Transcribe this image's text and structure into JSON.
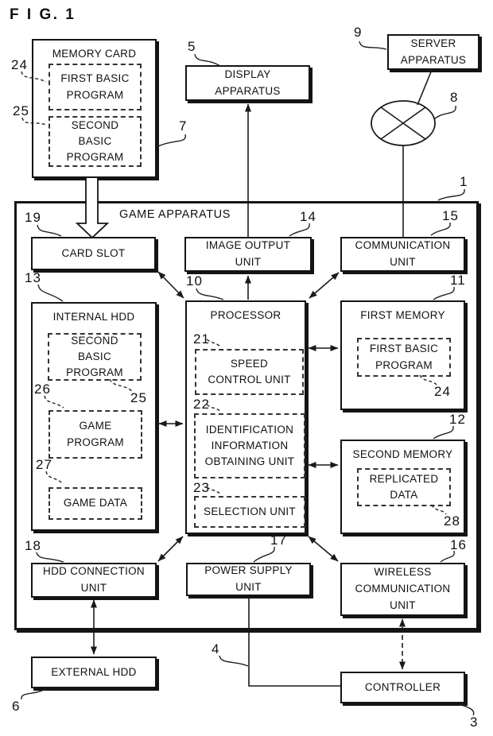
{
  "figure_label": "F I G. 1",
  "ink_color": "#111111",
  "background_color": "#ffffff",
  "labels": {
    "memory_card": "MEMORY CARD",
    "card_first_basic": "FIRST BASIC\nPROGRAM",
    "card_second_basic": "SECOND\nBASIC\nPROGRAM",
    "display_apparatus": "DISPLAY\nAPPARATUS",
    "server_apparatus": "SERVER\nAPPARATUS",
    "game_apparatus": "GAME APPARATUS",
    "card_slot": "CARD SLOT",
    "image_output_unit": "IMAGE OUTPUT\nUNIT",
    "communication_unit": "COMMUNICATION\nUNIT",
    "internal_hdd": "INTERNAL HDD",
    "hdd_second_basic": "SECOND\nBASIC\nPROGRAM",
    "game_program": "GAME\nPROGRAM",
    "game_data": "GAME DATA",
    "processor": "PROCESSOR",
    "speed_control_unit": "SPEED\nCONTROL UNIT",
    "identification_unit": "IDENTIFICATION\nINFORMATION\nOBTAINING UNIT",
    "selection_unit": "SELECTION UNIT",
    "first_memory": "FIRST MEMORY",
    "mem_first_basic": "FIRST BASIC\nPROGRAM",
    "second_memory": "SECOND MEMORY",
    "replicated_data": "REPLICATED\nDATA",
    "hdd_connection_unit": "HDD CONNECTION\nUNIT",
    "power_supply_unit": "POWER SUPPLY\nUNIT",
    "wireless_communication_unit": "WIRELESS\nCOMMUNICATION\nUNIT",
    "external_hdd": "EXTERNAL HDD",
    "controller": "CONTROLLER"
  },
  "refs": {
    "memory_card": "7",
    "card_first_basic": "24",
    "card_second_basic": "25",
    "display_apparatus": "5",
    "server_apparatus": "9",
    "network": "8",
    "game_apparatus": "1",
    "card_slot": "19",
    "image_output_unit": "14",
    "communication_unit": "15",
    "internal_hdd": "13",
    "processor": "10",
    "first_memory": "11",
    "second_memory": "12",
    "speed_control_unit": "21",
    "identification_unit": "22",
    "selection_unit": "23",
    "game_program": "26",
    "hdd_second_basic": "25",
    "game_data": "27",
    "mem_first_basic": "24",
    "replicated_data": "28",
    "hdd_connection_unit": "18",
    "power_supply_unit": "17",
    "wireless_communication_unit": "16",
    "external_hdd": "6",
    "power_line": "4",
    "controller": "3"
  }
}
